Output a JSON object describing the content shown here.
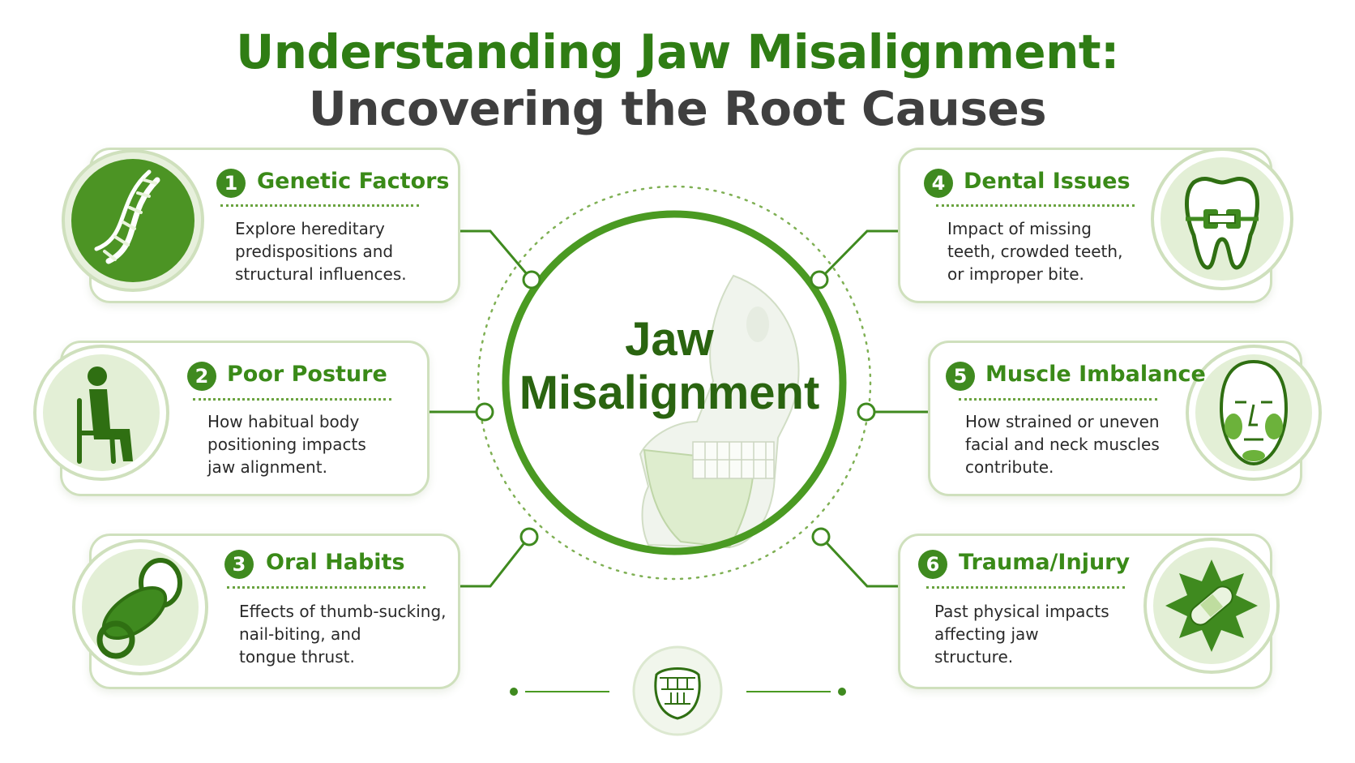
{
  "title": {
    "line1": "Understanding Jaw Misalignment:",
    "line2": "Uncovering the Root Causes"
  },
  "center": {
    "line1": "Jaw",
    "line2": "Misalignment"
  },
  "colors": {
    "primary": "#3f8a1f",
    "accent_light": "#cfe0bd",
    "title_grey": "#3f3f3f"
  },
  "causes": [
    {
      "number": "1",
      "title": "Genetic Factors",
      "description": "Explore hereditary\npredispositions and\nstructural influences.",
      "icon": "dna-icon"
    },
    {
      "number": "2",
      "title": "Poor Posture",
      "description": "How habitual body\npositioning impacts\njaw alignment.",
      "icon": "seated-person-icon"
    },
    {
      "number": "3",
      "title": "Oral Habits",
      "description": "Effects of thumb-sucking,\nnail-biting, and\ntongue thrust.",
      "icon": "pacifier-icon"
    },
    {
      "number": "4",
      "title": "Dental Issues",
      "description": "Impact of missing\nteeth, crowded teeth,\nor improper bite.",
      "icon": "tooth-braces-icon"
    },
    {
      "number": "5",
      "title": "Muscle Imbalance",
      "description": "How strained or uneven\nfacial and neck muscles\ncontribute.",
      "icon": "face-muscles-icon"
    },
    {
      "number": "6",
      "title": "Trauma/Injury",
      "description": "Past physical impacts\naffecting jaw\nstructure.",
      "icon": "bandage-burst-icon"
    }
  ],
  "footer": {
    "icon": "mouth-teeth-icon"
  }
}
